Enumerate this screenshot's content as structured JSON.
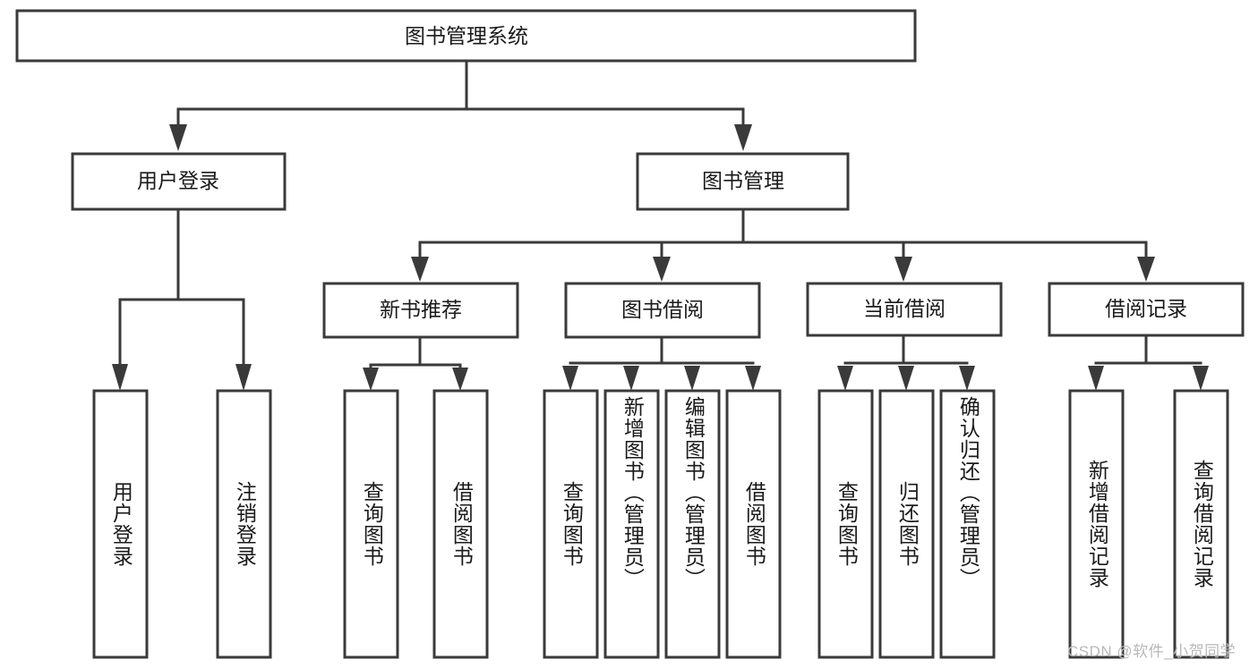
{
  "diagram": {
    "type": "tree",
    "title": "图书管理系统",
    "orientation": "top-down",
    "colors": {
      "box_stroke": "#3a3a3a",
      "box_fill": "#ffffff",
      "text": "#1a1a1a",
      "background": "#ffffff",
      "watermark": "#b8b8b8"
    },
    "root": {
      "label": "图书管理系统"
    },
    "level2": [
      {
        "label": "用户登录"
      },
      {
        "label": "图书管理"
      }
    ],
    "level3": [
      {
        "label": "新书推荐"
      },
      {
        "label": "图书借阅"
      },
      {
        "label": "当前借阅"
      },
      {
        "label": "借阅记录"
      }
    ],
    "leaves": {
      "user_login": [
        {
          "label": "用户登录"
        },
        {
          "label": "注销登录"
        }
      ],
      "new_book_recommend": [
        {
          "label": "查询图书"
        },
        {
          "label": "借阅图书"
        }
      ],
      "book_borrow": [
        {
          "label": "查询图书"
        },
        {
          "label": "新增图书（管理员）"
        },
        {
          "label": "编辑图书（管理员）"
        },
        {
          "label": "借阅图书"
        }
      ],
      "current_borrow": [
        {
          "label": "查询图书"
        },
        {
          "label": "归还图书"
        },
        {
          "label": "确认归还（管理员）"
        }
      ],
      "borrow_record": [
        {
          "label": "新增借阅记录"
        },
        {
          "label": "查询借阅记录"
        }
      ]
    }
  },
  "watermark": {
    "text": "CSDN @软件_小贺同学"
  }
}
